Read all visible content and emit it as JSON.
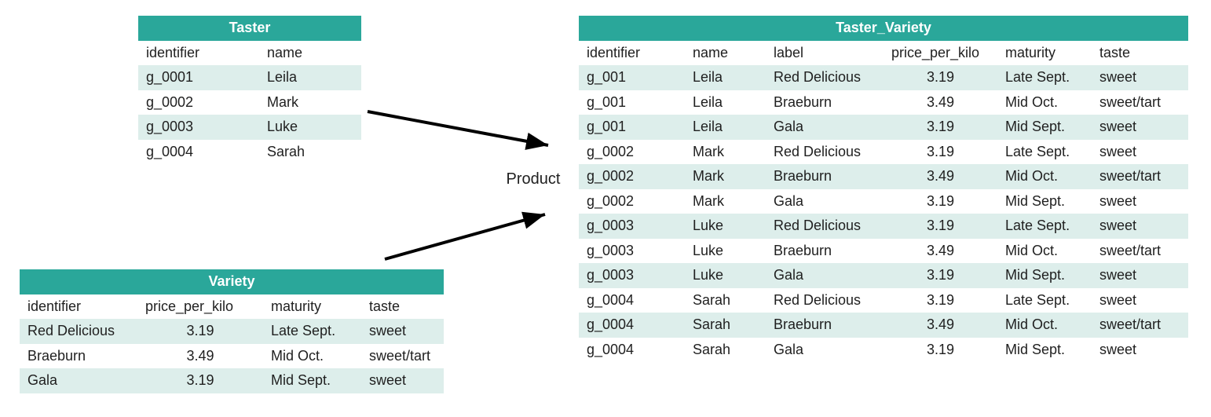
{
  "diagram": {
    "operation_label": "Product",
    "colors": {
      "header_teal": "#2AA79A",
      "row_tint": "#DDEEEB",
      "header_text": "#FFFFFF",
      "text": "#1F1F1F",
      "arrow": "#000000"
    }
  },
  "tables": {
    "taster": {
      "title": "Taster",
      "columns": [
        "identifier",
        "name"
      ],
      "rows": [
        [
          "g_0001",
          "Leila"
        ],
        [
          "g_0002",
          "Mark"
        ],
        [
          "g_0003",
          "Luke"
        ],
        [
          "g_0004",
          "Sarah"
        ]
      ]
    },
    "variety": {
      "title": "Variety",
      "columns": [
        "identifier",
        "price_per_kilo",
        "maturity",
        "taste"
      ],
      "rows": [
        [
          "Red Delicious",
          "3.19",
          "Late Sept.",
          "sweet"
        ],
        [
          "Braeburn",
          "3.49",
          "Mid Oct.",
          "sweet/tart"
        ],
        [
          "Gala",
          "3.19",
          "Mid Sept.",
          "sweet"
        ]
      ]
    },
    "taster_variety": {
      "title": "Taster_Variety",
      "columns": [
        "identifier",
        "name",
        "label",
        "price_per_kilo",
        "maturity",
        "taste"
      ],
      "rows": [
        [
          "g_001",
          "Leila",
          "Red Delicious",
          "3.19",
          "Late Sept.",
          "sweet"
        ],
        [
          "g_001",
          "Leila",
          "Braeburn",
          "3.49",
          "Mid Oct.",
          "sweet/tart"
        ],
        [
          "g_001",
          "Leila",
          "Gala",
          "3.19",
          "Mid Sept.",
          "sweet"
        ],
        [
          "g_0002",
          "Mark",
          "Red Delicious",
          "3.19",
          "Late Sept.",
          "sweet"
        ],
        [
          "g_0002",
          "Mark",
          "Braeburn",
          "3.49",
          "Mid Oct.",
          "sweet/tart"
        ],
        [
          "g_0002",
          "Mark",
          "Gala",
          "3.19",
          "Mid Sept.",
          "sweet"
        ],
        [
          "g_0003",
          "Luke",
          "Red Delicious",
          "3.19",
          "Late Sept.",
          "sweet"
        ],
        [
          "g_0003",
          "Luke",
          "Braeburn",
          "3.49",
          "Mid Oct.",
          "sweet/tart"
        ],
        [
          "g_0003",
          "Luke",
          "Gala",
          "3.19",
          "Mid Sept.",
          "sweet"
        ],
        [
          "g_0004",
          "Sarah",
          "Red Delicious",
          "3.19",
          "Late Sept.",
          "sweet"
        ],
        [
          "g_0004",
          "Sarah",
          "Braeburn",
          "3.49",
          "Mid Oct.",
          "sweet/tart"
        ],
        [
          "g_0004",
          "Sarah",
          "Gala",
          "3.19",
          "Mid Sept.",
          "sweet"
        ]
      ]
    }
  }
}
